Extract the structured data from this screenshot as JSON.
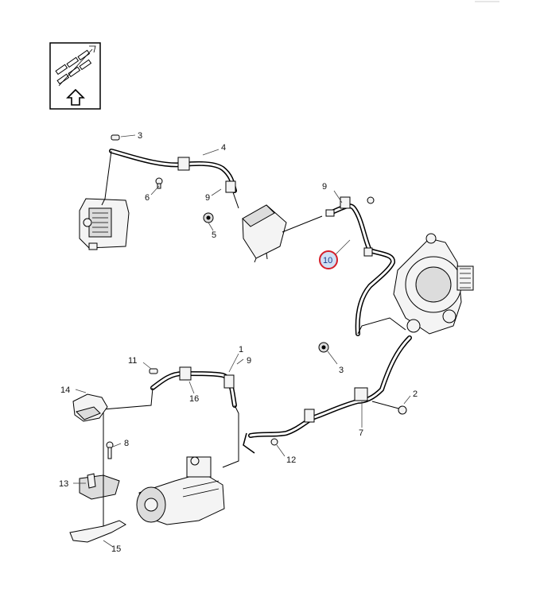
{
  "parts": {
    "p1": "1",
    "p2": "2",
    "p3a": "3",
    "p3b": "3",
    "p4": "4",
    "p5": "5",
    "p6": "6",
    "p7": "7",
    "p8": "8",
    "p9a": "9",
    "p9b": "9",
    "p9c": "9",
    "p10": "10",
    "p11": "11",
    "p12": "12",
    "p13": "13",
    "p14": "14",
    "p15": "15",
    "p16": "16"
  },
  "highlight": {
    "part": "10",
    "color": "#d51f2a"
  },
  "icons": {
    "orientation": "front-arrow-icon"
  }
}
